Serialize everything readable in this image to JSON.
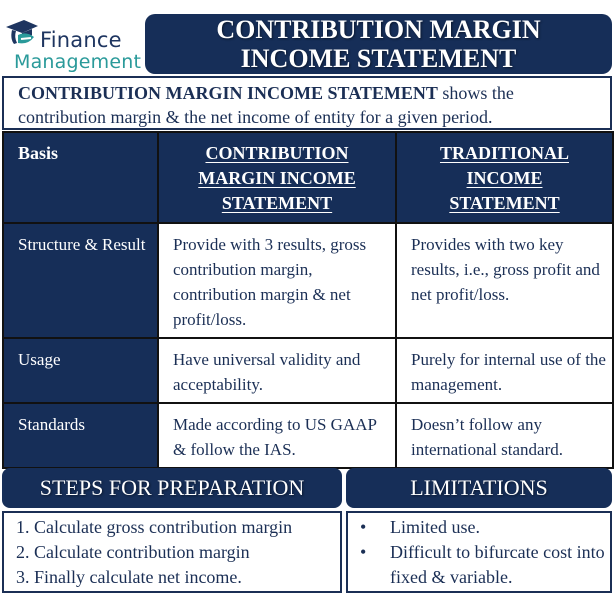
{
  "logo": {
    "line1": "Finance",
    "line1_prefix": "e",
    "line2": "Management",
    "icon": "graduation-cap-icon"
  },
  "title": {
    "line1": "CONTRIBUTION MARGIN",
    "line2": "INCOME STATEMENT"
  },
  "intro": {
    "bold": "CONTRIBUTION MARGIN INCOME STATEMENT",
    "text": " shows the contribution margin & the net income of entity for a given period."
  },
  "table": {
    "headers": {
      "basis": "Basis",
      "col1": [
        "CONTRIBUTION",
        "MARGIN INCOME",
        "STATEMENT"
      ],
      "col2": [
        "TRADITIONAL",
        "INCOME",
        "STATEMENT"
      ]
    },
    "rows": [
      {
        "basis": "Structure & Result",
        "contribution": "Provide with 3 results, gross contribution margin, contribution margin & net profit/loss.",
        "traditional": "Provides with two key results, i.e., gross profit and net profit/loss."
      },
      {
        "basis": "Usage",
        "contribution": "Have universal validity and acceptability.",
        "traditional": "Purely for internal use of the management."
      },
      {
        "basis": "Standards",
        "contribution": "Made according to US GAAP & follow the IAS.",
        "traditional": "Doesn’t follow any international standard."
      }
    ]
  },
  "steps": {
    "heading": "STEPS FOR PREPARATION",
    "items": [
      "1. Calculate gross contribution margin",
      "2. Calculate contribution margin",
      "3. Finally calculate net income."
    ]
  },
  "limitations": {
    "heading": "LIMITATIONS",
    "bullet": "•",
    "items": [
      "Limited use.",
      "Difficult to bifurcate cost into fixed & variable."
    ]
  },
  "colors": {
    "navy": "#162e58",
    "teal": "#2a9a9a",
    "text": "#1b2f55"
  }
}
